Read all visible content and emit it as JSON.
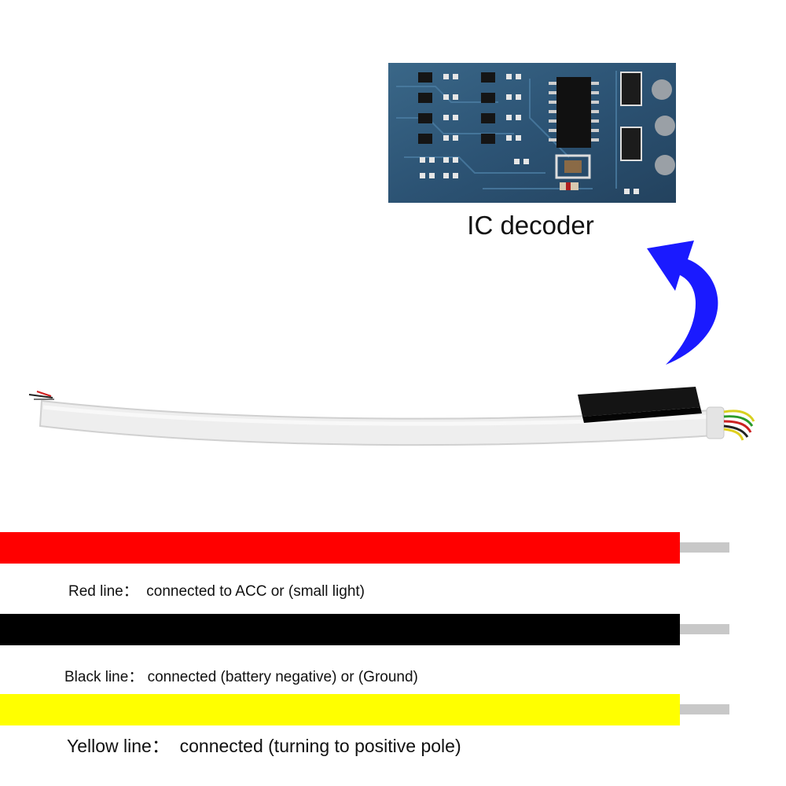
{
  "ic_label": "IC decoder",
  "wires": [
    {
      "name": "red",
      "color": "#ff0000",
      "caption": "Red line：  connected to ACC or (small light)"
    },
    {
      "name": "black",
      "color": "#000000",
      "caption": "Black line： connected (battery negative) or (Ground)"
    },
    {
      "name": "yellow",
      "color": "#ffff00",
      "caption": "Yellow line：  connected (turning to positive pole)"
    }
  ],
  "colors": {
    "arrow": "#1a1aff",
    "pcb": "#2a4f73",
    "wire_tip": "#c8c8c8"
  },
  "icons": {
    "arrow": "curved-up-arrow-icon"
  }
}
